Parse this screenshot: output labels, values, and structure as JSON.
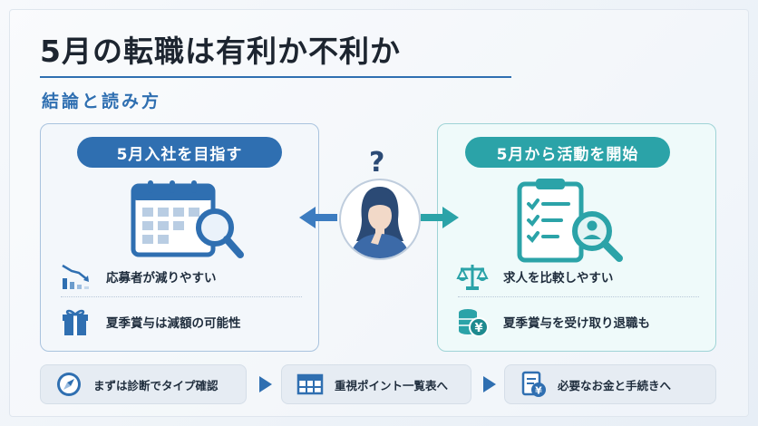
{
  "title": "5月の転職は有利か不利か",
  "subtitle": "結論と読み方",
  "left_card": {
    "header": "5月入社を目指す",
    "items": [
      {
        "icon": "declining-chart-icon",
        "label": "応募者が減りやすい"
      },
      {
        "icon": "gift-icon",
        "label": "夏季賞与は減額の可能性"
      }
    ]
  },
  "right_card": {
    "header": "5月から活動を開始",
    "items": [
      {
        "icon": "balance-scale-icon",
        "label": "求人を比較しやすい"
      },
      {
        "icon": "yen-coins-icon",
        "label": "夏季賞与を受け取り退職も"
      }
    ]
  },
  "center": {
    "question_mark": "?"
  },
  "steps": [
    {
      "icon": "compass-icon",
      "label": "まずは診断でタイプ確認"
    },
    {
      "icon": "table-icon",
      "label": "重視ポイント一覧表へ"
    },
    {
      "icon": "yen-document-icon",
      "label": "必要なお金と手続きへ"
    }
  ],
  "colors": {
    "primary_blue": "#2f6fb1",
    "teal": "#2ba3a8",
    "dark_text": "#1d2530"
  }
}
